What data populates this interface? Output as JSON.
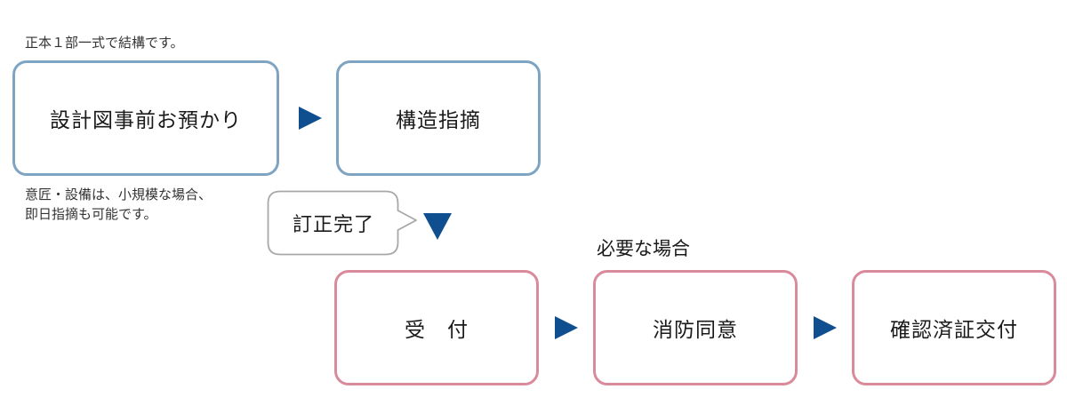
{
  "notes": {
    "top": "正本１部一式で結構です。",
    "side_line1": "意匠・設備は、小規模な場合、",
    "side_line2": "即日指摘も可能です。"
  },
  "flow": {
    "step1": "設計図事前お預かり",
    "step2": "構造指摘",
    "bubble": "訂正完了",
    "step3": "受　付",
    "step4_label": "必要な場合",
    "step4": "消防同意",
    "step5": "確認済証交付"
  },
  "colors": {
    "arrow": "#0f4f8f",
    "blue_border": "#7fa4c2",
    "pink_border": "#d98a9b",
    "bubble_border": "#a8a8a8"
  }
}
